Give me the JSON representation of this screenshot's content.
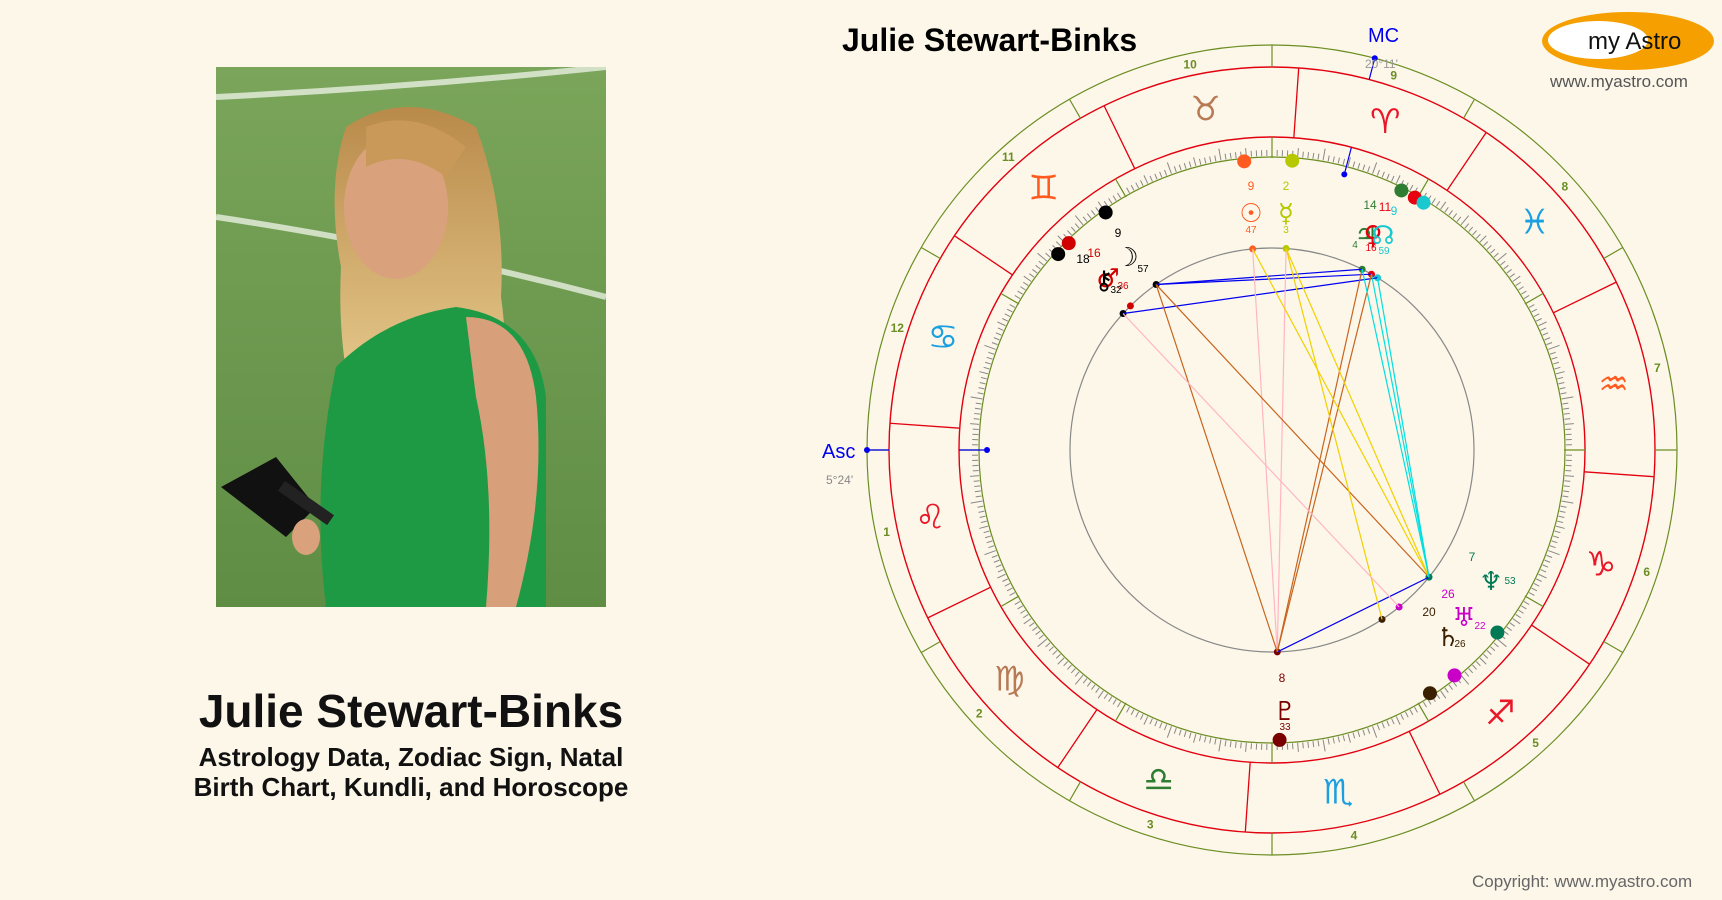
{
  "header": {
    "chart_title": "Julie Stewart-Binks",
    "logo_text": "my Astro",
    "logo_url": "www.myastro.com"
  },
  "profile": {
    "name": "Julie Stewart-Binks",
    "subtitle_line1": "Astrology Data, Zodiac Sign, Natal",
    "subtitle_line2": "Birth Chart, Kundli, and Horoscope",
    "photo_alt": "Photo of Julie Stewart-Binks holding an ESPN microphone"
  },
  "footer": {
    "copyright": "Copyright: www.myastro.com"
  },
  "colors": {
    "background": "#fdf7ea",
    "house_ring": "#6b8e23",
    "sign_ring": "#e3000f",
    "angles": "#0000ee",
    "logo_orange": "#f5a000"
  },
  "chart_data": {
    "type": "natal-chart",
    "title": "Julie Stewart-Binks",
    "angles": {
      "asc": {
        "label": "Asc",
        "degree": "5°24'"
      },
      "mc": {
        "label": "MC",
        "degree": "20°11'"
      }
    },
    "houses": [
      "1",
      "2",
      "3",
      "4",
      "5",
      "6",
      "7",
      "8",
      "9",
      "10",
      "11",
      "12"
    ],
    "signs": [
      {
        "name": "Aries",
        "glyph": "♈",
        "color": "#e8182a"
      },
      {
        "name": "Taurus",
        "glyph": "♉",
        "color": "#b87a55"
      },
      {
        "name": "Gemini",
        "glyph": "♊",
        "color": "#ff5a1f"
      },
      {
        "name": "Cancer",
        "glyph": "♋",
        "color": "#1a9fe0"
      },
      {
        "name": "Leo",
        "glyph": "♌",
        "color": "#e8182a"
      },
      {
        "name": "Virgo",
        "glyph": "♍",
        "color": "#b87a55"
      },
      {
        "name": "Libra",
        "glyph": "♎",
        "color": "#2e7d32"
      },
      {
        "name": "Scorpio",
        "glyph": "♏",
        "color": "#1a9fe0"
      },
      {
        "name": "Sagittarius",
        "glyph": "♐",
        "color": "#e8182a"
      },
      {
        "name": "Capricorn",
        "glyph": "♑",
        "color": "#e8182a"
      },
      {
        "name": "Aquarius",
        "glyph": "♒",
        "color": "#ff5a1f"
      },
      {
        "name": "Pisces",
        "glyph": "♓",
        "color": "#1a9fe0"
      }
    ],
    "planets": [
      {
        "name": "Sun",
        "glyph": "☉",
        "deg": "9",
        "min": "47",
        "color": "#ff5a1f"
      },
      {
        "name": "Mercury",
        "glyph": "☿",
        "deg": "2",
        "min": "3",
        "color": "#b5c800"
      },
      {
        "name": "Jupiter",
        "glyph": "♃",
        "deg": "14",
        "min": "4",
        "color": "#2e7d32"
      },
      {
        "name": "Venus",
        "glyph": "♀",
        "deg": "11",
        "min": "16",
        "color": "#e8000f"
      },
      {
        "name": "Node",
        "glyph": "☊",
        "deg": "9",
        "min": "59",
        "color": "#1ac8d0"
      },
      {
        "name": "Moon",
        "glyph": "☽",
        "deg": "9",
        "min": "57",
        "color": "#000000"
      },
      {
        "name": "Mars",
        "glyph": "♂",
        "deg": "16",
        "min": "36",
        "color": "#d00000"
      },
      {
        "name": "Chiron",
        "glyph": "⚷",
        "deg": "18",
        "min": "32",
        "color": "#000000"
      },
      {
        "name": "Neptune",
        "glyph": "♆",
        "deg": "7",
        "min": "53",
        "color": "#007a55"
      },
      {
        "name": "Uranus",
        "glyph": "♅",
        "deg": "26",
        "min": "22",
        "color": "#c800c8"
      },
      {
        "name": "Saturn",
        "glyph": "♄",
        "deg": "20",
        "min": "26",
        "color": "#3a2000"
      },
      {
        "name": "Pluto",
        "glyph": "♇",
        "deg": "8",
        "min": "33",
        "color": "#7a0000"
      }
    ]
  }
}
